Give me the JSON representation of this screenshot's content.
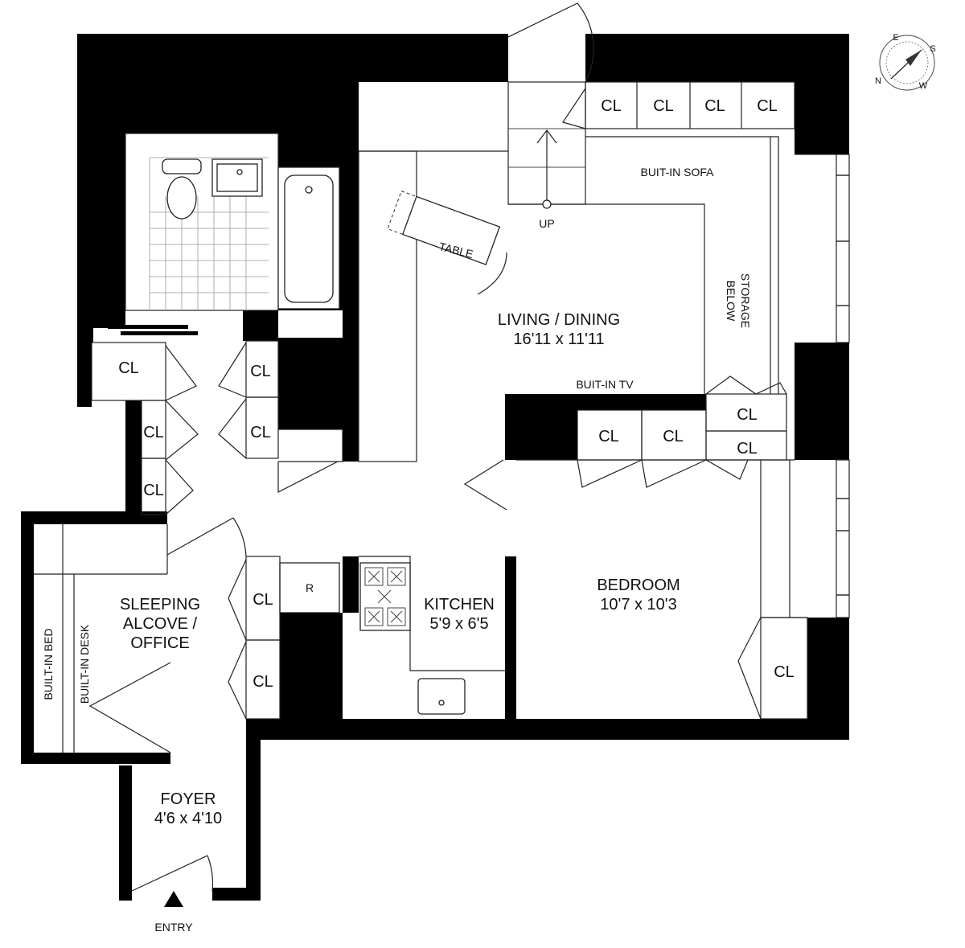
{
  "rooms": {
    "living": {
      "name": "LIVING / DINING",
      "dims": "16'11 x 11'11"
    },
    "bedroom": {
      "name": "BEDROOM",
      "dims": "10'7 x 10'3"
    },
    "kitchen": {
      "name": "KITCHEN",
      "dims": "5'9 x 6'5"
    },
    "alcove": {
      "line1": "SLEEPING",
      "line2": "ALCOVE /",
      "line3": "OFFICE"
    },
    "foyer": {
      "name": "FOYER",
      "dims": "4'6 x 4'10"
    }
  },
  "labels": {
    "closet": "CL",
    "sofa": "BUIT-IN SOFA",
    "tv": "BUIT-IN TV",
    "storage_line1": "STORAGE",
    "storage_line2": "BELOW",
    "stairs": "UP",
    "table": "TABLE",
    "bed": "BUILT-IN BED",
    "desk": "BUILT-IN DESK",
    "fridge": "R",
    "entry": "ENTRY"
  },
  "compass": {
    "n": "N",
    "e": "E",
    "s": "S",
    "w": "W"
  }
}
